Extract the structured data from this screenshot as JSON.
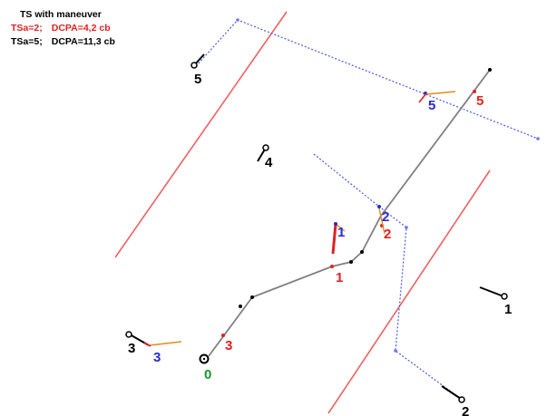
{
  "legend": {
    "title": "TS with maneuver",
    "row1": {
      "tsa": "TSa=2;",
      "dcpa": "DCPA=4,2 cb"
    },
    "row2": {
      "tsa": "TSa=5;",
      "dcpa": "DCPA=11,3 cb"
    }
  },
  "labels": {
    "own0": "0",
    "own_path_1": "1",
    "own_path_2": "2",
    "own_path_3": "3",
    "own_path_5": "5",
    "ts_blue_1": "1",
    "ts_blue_2": "2",
    "ts_blue_3": "3",
    "ts_blue_5": "5",
    "ts_start_1": "1",
    "ts_start_2": "2",
    "ts_start_3": "3",
    "ts_start_4": "4",
    "ts_start_5": "5"
  },
  "colors": {
    "path": "#808080",
    "boundary": "#f06060",
    "dotted": "#4a5be0",
    "red_label": "#e02020",
    "blue_label": "#2a2ad0",
    "green_label": "#1a9a2a",
    "orange": "#e08a20"
  }
}
